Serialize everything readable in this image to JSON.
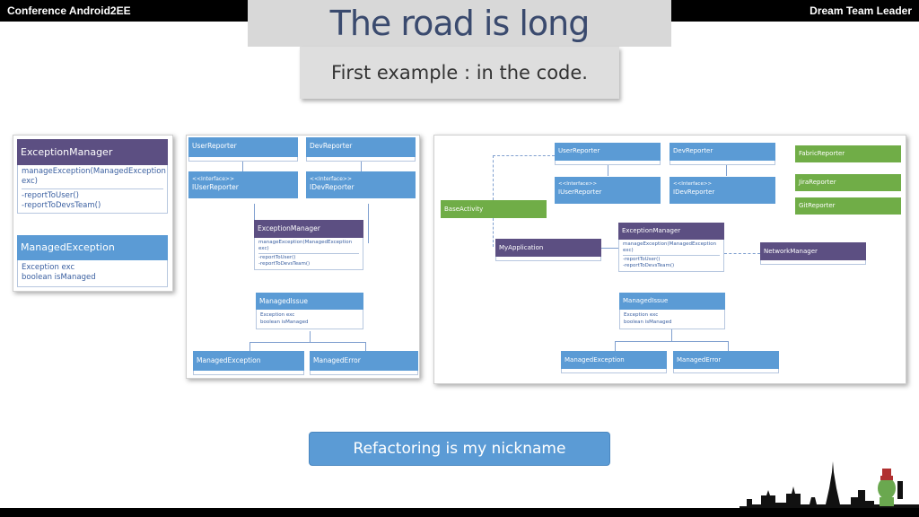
{
  "header": {
    "left": "Conference Android2EE",
    "right": "Dream Team Leader"
  },
  "title": "The road is long",
  "subtitle": "First example : in the code.",
  "card1": {
    "exception_manager": {
      "name": "ExceptionManager",
      "methods": [
        "manageException(ManagedException exc)",
        "-reportToUser()",
        "-reportToDevsTeam()"
      ]
    },
    "managed_exception": {
      "name": "ManagedException",
      "fields": [
        "Exception exc",
        "boolean isManaged"
      ]
    }
  },
  "card2": {
    "user_reporter": "UserReporter",
    "dev_reporter": "DevReporter",
    "iuser_reporter": {
      "stereo": "<<Interface>>",
      "name": "IUserReporter"
    },
    "idev_reporter": {
      "stereo": "<<Interface>>",
      "name": "IDevReporter"
    },
    "exception_manager": {
      "name": "ExceptionManager",
      "methods": [
        "manageException(ManagedException exc)",
        "-reportToUser()",
        "-reportToDevsTeam()"
      ]
    },
    "managed_issue": {
      "name": "ManagedIssue",
      "fields": [
        "Exception exc",
        "boolean isManaged"
      ]
    },
    "managed_exception": "ManagedException",
    "managed_error": "ManagedError"
  },
  "card3": {
    "user_reporter": "UserReporter",
    "dev_reporter": "DevReporter",
    "fabric_reporter": "FabricReporter",
    "jira_reporter": "JiraReporter",
    "git_reporter": "GitReporter",
    "iuser_reporter": {
      "stereo": "<<Interface>>",
      "name": "IUserReporter"
    },
    "idev_reporter": {
      "stereo": "<<Interface>>",
      "name": "IDevReporter"
    },
    "base_activity": "BaseActivity",
    "my_application": "MyApplication",
    "exception_manager": {
      "name": "ExceptionManager",
      "methods": [
        "manageException(ManagedException exc)",
        "-reportToUser()",
        "-reportToDevsTeam()"
      ]
    },
    "network_manager": "NetworkManager",
    "managed_issue": {
      "name": "ManagedIssue",
      "fields": [
        "Exception exc",
        "boolean isManaged"
      ]
    },
    "managed_exception": "ManagedException",
    "managed_error": "ManagedError"
  },
  "cta_label": "Refactoring is my nickname",
  "colors": {
    "blue": "#5b9bd5",
    "purple": "#5c4f82",
    "green": "#70ad47",
    "title": "#3a4a6e"
  }
}
